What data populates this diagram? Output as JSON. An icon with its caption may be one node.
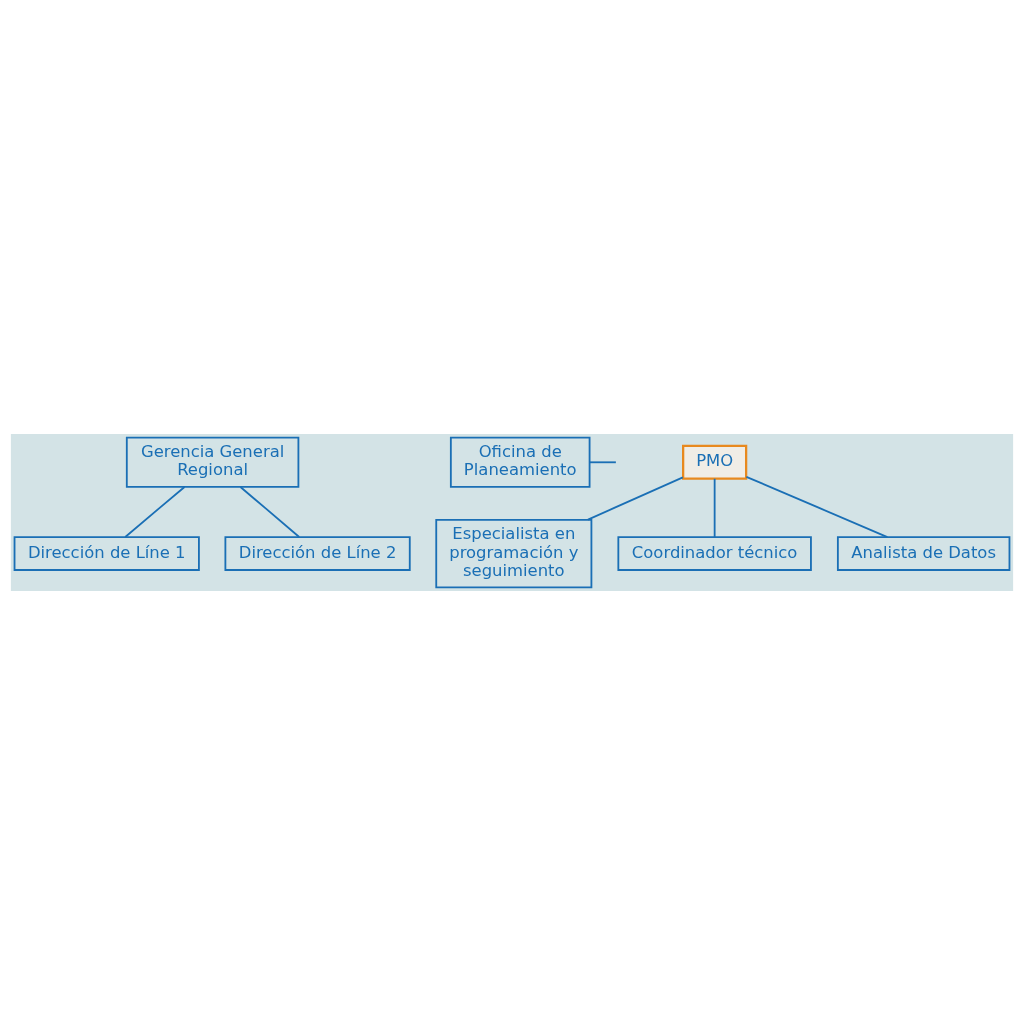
{
  "diagram": {
    "nodes": [
      {
        "text": [
          "Gerencia General Regional"
        ]
      },
      {
        "text": [
          "Oficina de Planeamiento"
        ]
      },
      {
        "text": [
          "PMO"
        ]
      },
      {
        "text": [
          "Especialista en programación y seguimiento"
        ]
      },
      {
        "text": [
          "Coordinador técnico"
        ]
      },
      {
        "text": [
          "Analista de Datos"
        ]
      },
      {
        "text": [
          "Dirección de Líne 1"
        ]
      },
      {
        "text": [
          "Dirección de Líne 2"
        ]
      }
    ],
    "edges": [
      {
        "from": 1,
        "to": null,
        "arrow": "none"
      },
      {
        "from": 0,
        "to": 6,
        "arrow": "none"
      },
      {
        "from": 0,
        "to": 7,
        "arrow": "none"
      },
      {
        "from": 2,
        "to": 3,
        "arrow": "none"
      },
      {
        "from": 2,
        "to": 4,
        "arrow": "none"
      },
      {
        "from": 2,
        "to": 5,
        "arrow": "none"
      }
    ]
  }
}
